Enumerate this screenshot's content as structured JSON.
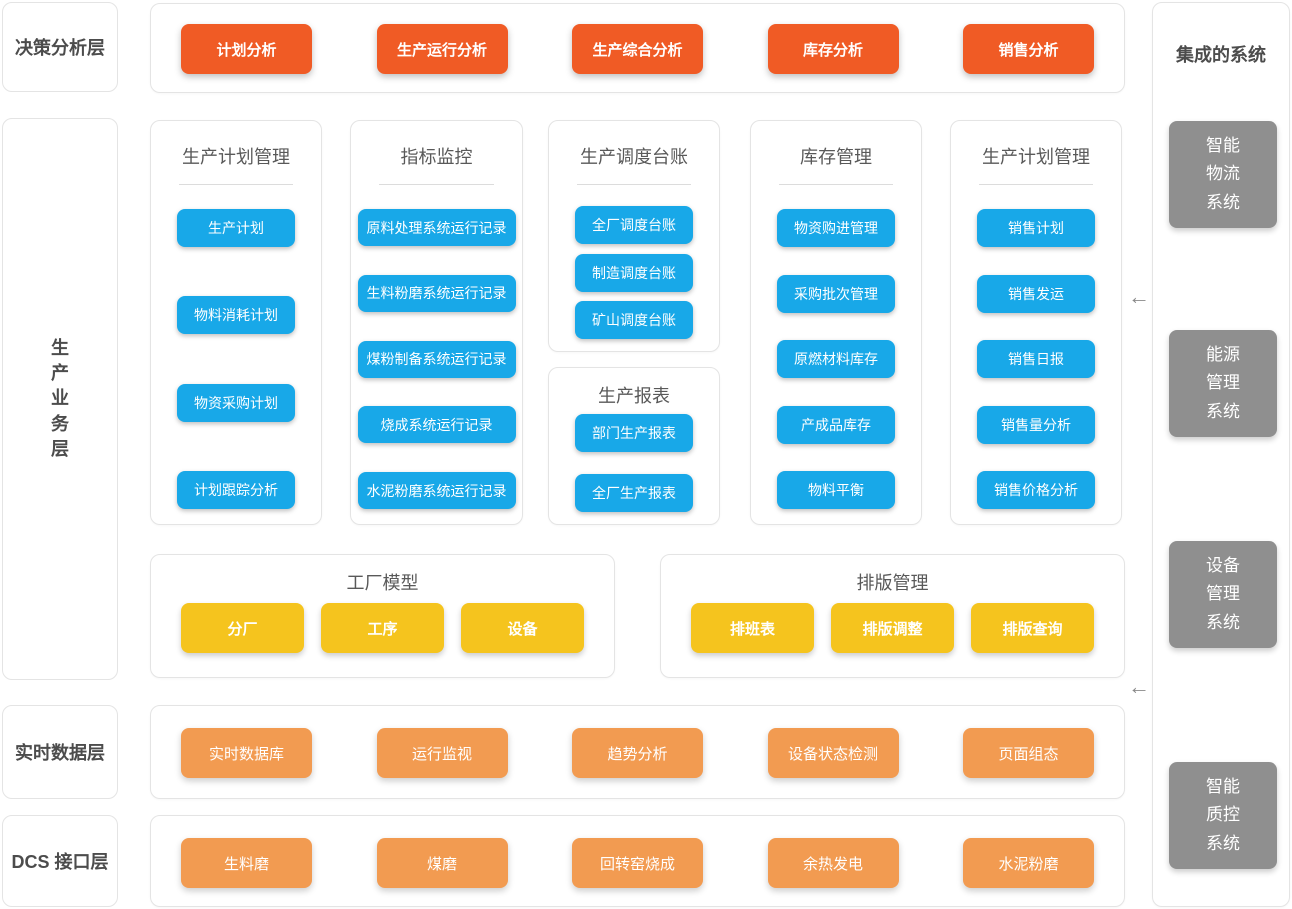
{
  "colors": {
    "red": "#f05b25",
    "orange": "#f29b51",
    "blue": "#18a8e8",
    "yellow": "#f5c41e",
    "gray": "#8f8f8f"
  },
  "layers": {
    "decision": "决策分析层",
    "business": "生产业务层",
    "realtime": "实时数据层",
    "dcs": "DCS 接口层"
  },
  "decision_row": [
    "计划分析",
    "生产运行分析",
    "生产综合分析",
    "库存分析",
    "销售分析"
  ],
  "business_panels": [
    {
      "title": "生产计划管理",
      "buttons": [
        "生产计划",
        "物料消耗计划",
        "物资采购计划",
        "计划跟踪分析"
      ]
    },
    {
      "title": "指标监控",
      "buttons": [
        "原料处理系统运行记录",
        "生料粉磨系统运行记录",
        "煤粉制备系统运行记录",
        "烧成系统运行记录",
        "水泥粉磨系统运行记录"
      ]
    },
    {
      "title": "生产调度台账",
      "buttons": [
        "全厂调度台账",
        "制造调度台账",
        "矿山调度台账"
      ]
    },
    {
      "title": "生产报表",
      "buttons": [
        "部门生产报表",
        "全厂生产报表"
      ]
    },
    {
      "title": "库存管理",
      "buttons": [
        "物资购进管理",
        "采购批次管理",
        "原燃材料库存",
        "产成品库存",
        "物料平衡"
      ]
    },
    {
      "title": "生产计划管理",
      "buttons": [
        "销售计划",
        "销售发运",
        "销售日报",
        "销售量分析",
        "销售价格分析"
      ]
    }
  ],
  "model_panels": [
    {
      "title": "工厂模型",
      "buttons": [
        "分厂",
        "工序",
        "设备"
      ]
    },
    {
      "title": "排版管理",
      "buttons": [
        "排班表",
        "排版调整",
        "排版查询"
      ]
    }
  ],
  "realtime_row": [
    "实时数据库",
    "运行监视",
    "趋势分析",
    "设备状态检测",
    "页面组态"
  ],
  "dcs_row": [
    "生料磨",
    "煤磨",
    "回转窑烧成",
    "余热发电",
    "水泥粉磨"
  ],
  "sidebar": {
    "title": "集成的系统",
    "systems": [
      "智能物流系统",
      "能源管理系统",
      "设备管理系统",
      "智能质控系统"
    ]
  },
  "icons": {
    "left_arrow": "←"
  }
}
